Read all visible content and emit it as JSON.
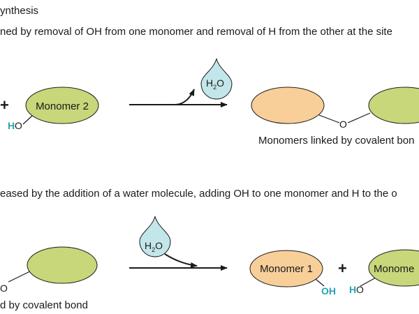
{
  "top": {
    "header": "ynthesis",
    "description": "ned by removal of OH from one monomer and removal of H from the other at the site",
    "plus": "+",
    "monomer2_label": "Monomer 2",
    "ho_h": "H",
    "ho_o": "O",
    "water_h": "H",
    "water_sub": "2",
    "water_o": "O",
    "link_o": "O",
    "caption": "Monomers linked by covalent bon"
  },
  "bottom": {
    "description": "eased by the addition of a water molecule, adding OH to one monomer and H to the o",
    "left_o": "O",
    "left_caption": "d by covalent bond",
    "water_h": "H",
    "water_sub": "2",
    "water_o": "O",
    "monomer1_label": "Monomer 1",
    "oh_text": "OH",
    "plus": "+",
    "ho_h": "H",
    "ho_o": "O",
    "monomer_right_label": "Monome"
  },
  "colors": {
    "green_monomer": "#c7d77a",
    "orange_monomer": "#f8cf99",
    "water_drop": "#c3e6ea",
    "highlight": "#2aa3b3"
  }
}
